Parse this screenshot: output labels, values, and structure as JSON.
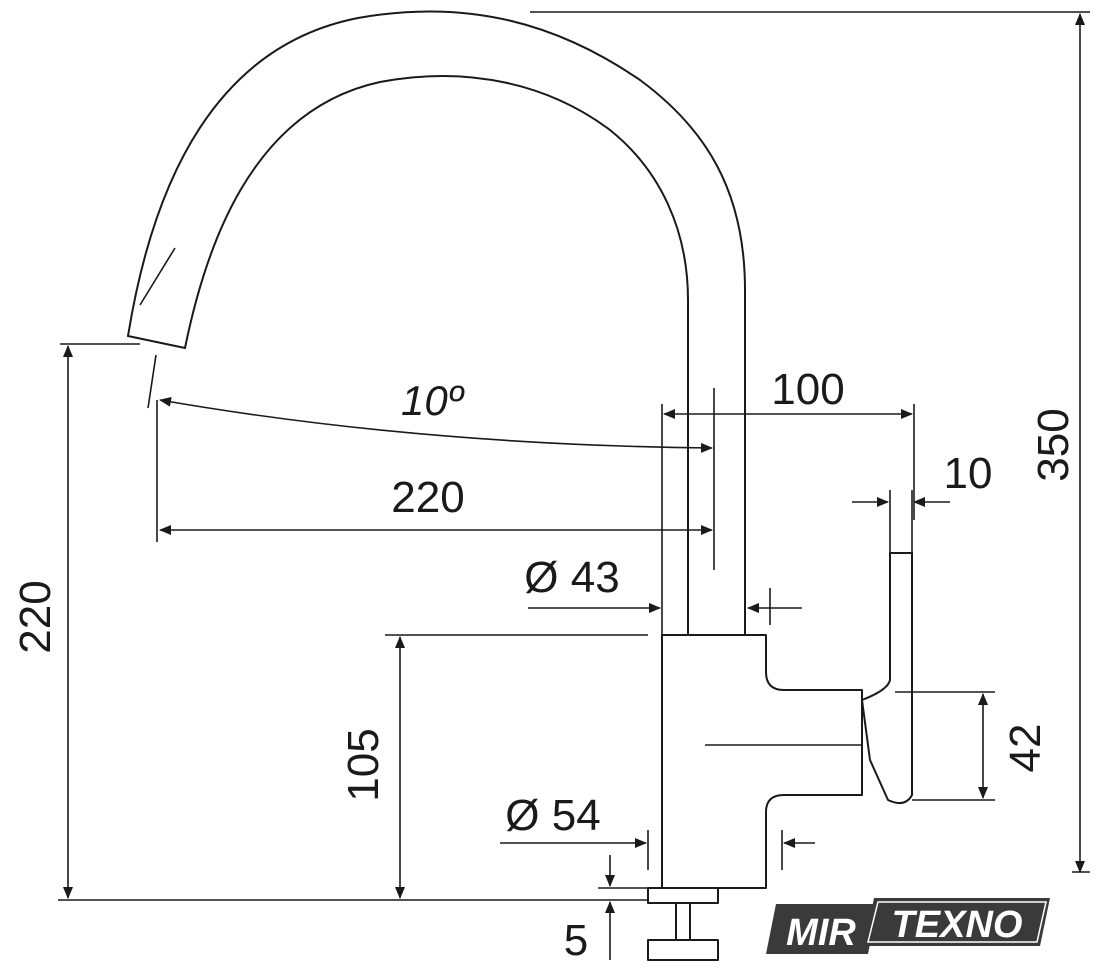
{
  "dimensions": {
    "overall_height": "350",
    "spout_reach": "220",
    "spout_height": "220",
    "spout_angle": "10º",
    "body_offset": "100",
    "lever_thickness": "10",
    "spout_diameter": "Ø 43",
    "body_height": "105",
    "base_diameter": "Ø 54",
    "lever_height": "42",
    "base_thickness": "5"
  },
  "logo": {
    "left": "MIR",
    "right": "TEXNO",
    "colors": {
      "dark": "#3a3a3a",
      "light": "#ffffff"
    }
  },
  "colors": {
    "stroke": "#1a1a1a",
    "background": "#ffffff"
  }
}
